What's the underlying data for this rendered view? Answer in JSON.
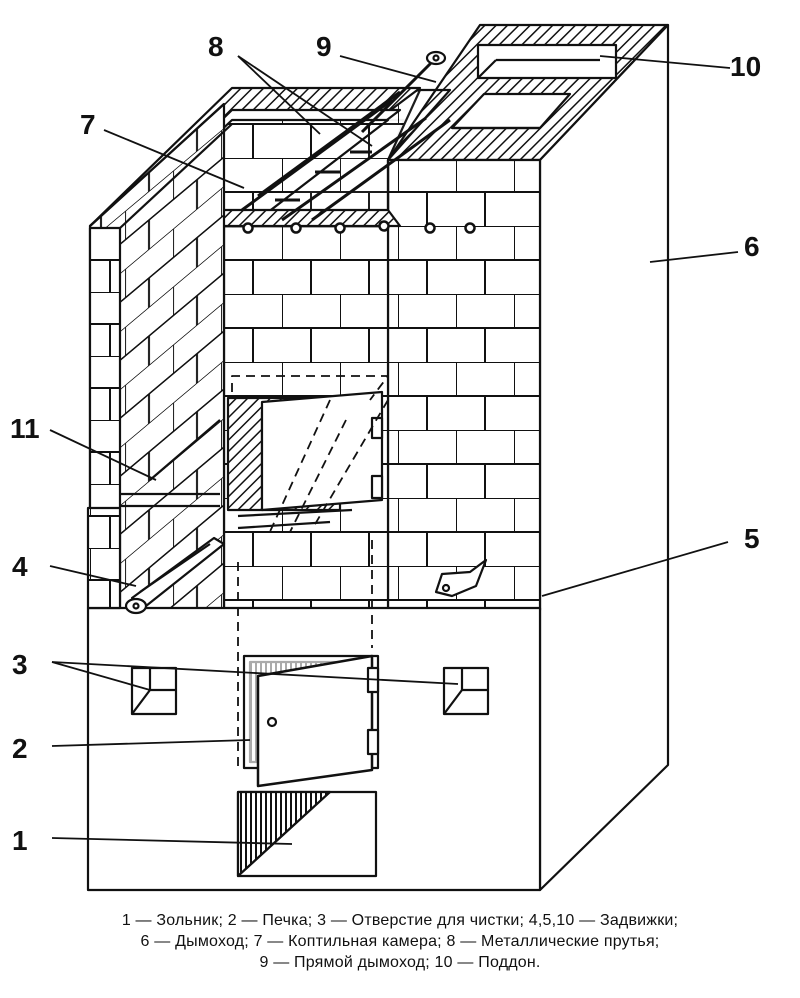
{
  "diagram": {
    "callouts": [
      {
        "id": "c1",
        "text": "1"
      },
      {
        "id": "c2",
        "text": "2"
      },
      {
        "id": "c3",
        "text": "3"
      },
      {
        "id": "c4",
        "text": "4"
      },
      {
        "id": "c5",
        "text": "5"
      },
      {
        "id": "c6",
        "text": "6"
      },
      {
        "id": "c7",
        "text": "7"
      },
      {
        "id": "c8",
        "text": "8"
      },
      {
        "id": "c9",
        "text": "9"
      },
      {
        "id": "c10",
        "text": "10"
      },
      {
        "id": "c11",
        "text": "11"
      }
    ],
    "caption": [
      "1 — Зольник; 2 — Печка; 3 — Отверстие для чистки; 4,5,10 — Задвижки;",
      "6 — Дымоход; 7 — Коптильная камера; 8 — Металлические прутья;",
      "9 — Прямой дымоход; 10 — Поддон."
    ]
  }
}
